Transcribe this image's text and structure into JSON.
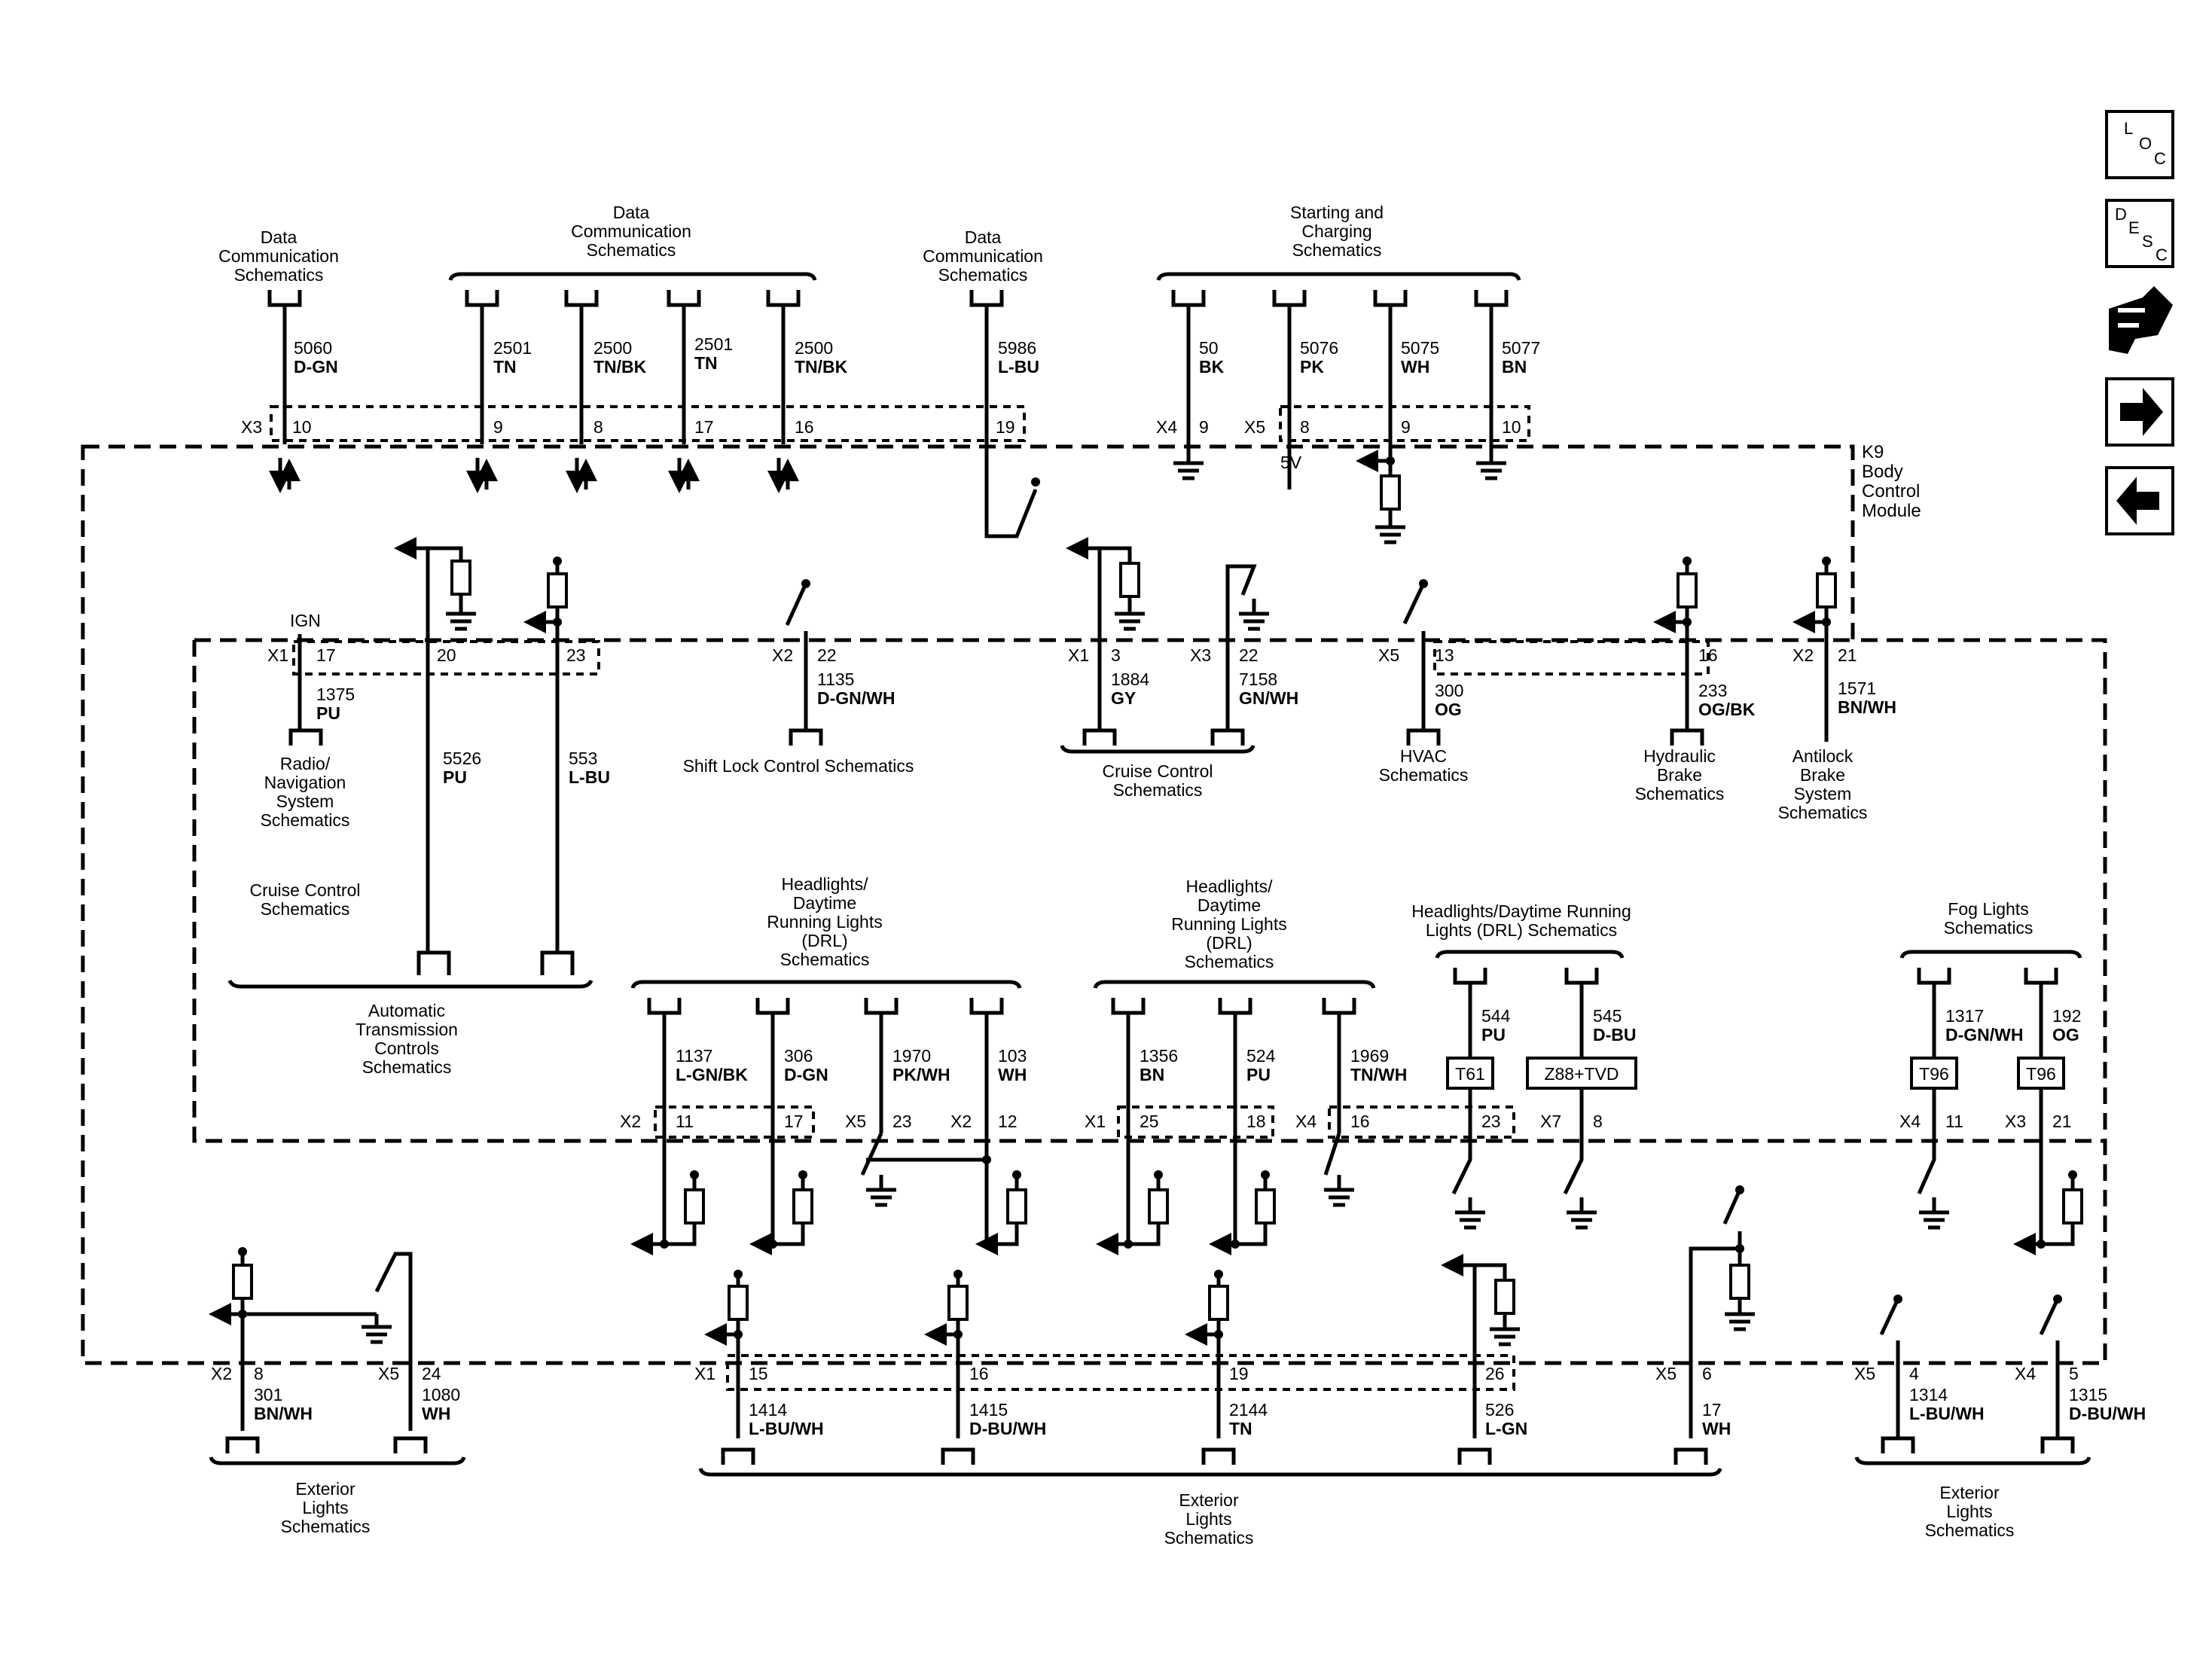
{
  "nav": {
    "loc": [
      "L",
      "O",
      "C"
    ],
    "desc": [
      "D",
      "E",
      "S",
      "C"
    ],
    "icons": [
      "loc-button",
      "desc-button",
      "connector-icon",
      "next-arrow-icon",
      "prev-arrow-icon"
    ]
  },
  "module": {
    "lines": [
      "K9",
      "Body",
      "Control",
      "Module"
    ]
  },
  "labels": {
    "dcs1": [
      "Data",
      "Communication",
      "Schematics"
    ],
    "dcs2": [
      "Data",
      "Communication",
      "Schematics"
    ],
    "dcs3": [
      "Data",
      "Communication",
      "Schematics"
    ],
    "starting": [
      "Starting and",
      "Charging",
      "Schematics"
    ],
    "radio": [
      "Radio/",
      "Navigation",
      "System",
      "Schematics"
    ],
    "cruise_left": [
      "Cruise Control",
      "Schematics"
    ],
    "auto_trans": [
      "Automatic",
      "Transmission",
      "Controls",
      "Schematics"
    ],
    "shift_lock": [
      "Shift Lock Control Schematics"
    ],
    "cruise_mid": [
      "Cruise Control",
      "Schematics"
    ],
    "hvac": [
      "HVAC",
      "Schematics"
    ],
    "hydraulic": [
      "Hydraulic",
      "Brake",
      "Schematics"
    ],
    "antilock": [
      "Antilock",
      "Brake",
      "System",
      "Schematics"
    ],
    "drl1": [
      "Headlights/",
      "Daytime",
      "Running Lights",
      "(DRL)",
      "Schematics"
    ],
    "drl2": [
      "Headlights/",
      "Daytime",
      "Running Lights",
      "(DRL)",
      "Schematics"
    ],
    "drl3": [
      "Headlights/Daytime Running",
      "Lights (DRL) Schematics"
    ],
    "fog": [
      "Fog Lights",
      "Schematics"
    ],
    "ext1": [
      "Exterior",
      "Lights",
      "Schematics"
    ],
    "ext2": [
      "Exterior",
      "Lights",
      "Schematics"
    ],
    "ext3": [
      "Exterior",
      "Lights",
      "Schematics"
    ]
  },
  "circuits": {
    "c5060": [
      "5060",
      "D-GN"
    ],
    "c2501a": [
      "2501",
      "TN"
    ],
    "c2500a": [
      "2500",
      "TN/BK"
    ],
    "c2501b": [
      "2501",
      "TN"
    ],
    "c2500b": [
      "2500",
      "TN/BK"
    ],
    "c5986": [
      "5986",
      "L-BU"
    ],
    "c50": [
      "50",
      "BK"
    ],
    "c5076": [
      "5076",
      "PK"
    ],
    "c5075": [
      "5075",
      "WH"
    ],
    "c5077": [
      "5077",
      "BN"
    ],
    "c1375": [
      "1375",
      "PU"
    ],
    "c5526": [
      "5526",
      "PU"
    ],
    "c553": [
      "553",
      "L-BU"
    ],
    "c1135": [
      "1135",
      "D-GN/WH"
    ],
    "c1884": [
      "1884",
      "GY"
    ],
    "c7158": [
      "7158",
      "GN/WH"
    ],
    "c300": [
      "300",
      "OG"
    ],
    "c233": [
      "233",
      "OG/BK"
    ],
    "c1571": [
      "1571",
      "BN/WH"
    ],
    "c1137": [
      "1137",
      "L-GN/BK"
    ],
    "c306": [
      "306",
      "D-GN"
    ],
    "c1970": [
      "1970",
      "PK/WH"
    ],
    "c103": [
      "103",
      "WH"
    ],
    "c1356": [
      "1356",
      "BN"
    ],
    "c524": [
      "524",
      "PU"
    ],
    "c1969": [
      "1969",
      "TN/WH"
    ],
    "c544": [
      "544",
      "PU"
    ],
    "c545": [
      "545",
      "D-BU"
    ],
    "c1317": [
      "1317",
      "D-GN/WH"
    ],
    "c192": [
      "192",
      "OG"
    ],
    "c301": [
      "301",
      "BN/WH"
    ],
    "c1080": [
      "1080",
      "WH"
    ],
    "c1414": [
      "1414",
      "L-BU/WH"
    ],
    "c1415": [
      "1415",
      "D-BU/WH"
    ],
    "c2144": [
      "2144",
      "TN"
    ],
    "c526": [
      "526",
      "L-GN"
    ],
    "c17": [
      "17",
      "WH"
    ],
    "c1314": [
      "1314",
      "L-BU/WH"
    ],
    "c1315": [
      "1315",
      "D-BU/WH"
    ]
  },
  "connectors": {
    "x3_top": "X3",
    "x4_top": "X4",
    "x5_top": "X5",
    "x1_mid": "X1",
    "x2_mid": "X2",
    "x1_mid2": "X1",
    "x3_mid": "X3",
    "x5_mid": "X5",
    "x2_mid2": "X2",
    "x2_low": "X2",
    "x5_low": "X5",
    "x2_low2": "X2",
    "x1_low": "X1",
    "x4_low": "X4",
    "x7_low": "X7",
    "x4_low2": "X4",
    "x3_low": "X3",
    "x2_bot": "X2",
    "x5_bot": "X5",
    "x1_bot": "X1",
    "x5_bot2": "X5",
    "x5_bot3": "X5",
    "x4_bot": "X4"
  },
  "pins": {
    "p10": "10",
    "p9a": "9",
    "p8a": "8",
    "p17a": "17",
    "p16a": "16",
    "p19": "19",
    "p9b": "9",
    "p8b": "8",
    "p9c": "9",
    "p10b": "10",
    "p17m": "17",
    "p20m": "20",
    "p23m": "23",
    "p22m": "22",
    "p3m": "3",
    "p22m2": "22",
    "p13m": "13",
    "p16m": "16",
    "p21m": "21",
    "p11l": "11",
    "p17l": "17",
    "p23l": "23",
    "p12l": "12",
    "p25l": "25",
    "p18l": "18",
    "p16l": "16",
    "p23l2": "23",
    "p8l": "8",
    "p11l2": "11",
    "p21l": "21",
    "p8b2": "8",
    "p24b": "24",
    "p15b": "15",
    "p16b": "16",
    "p19b": "19",
    "p26b": "26",
    "p6b": "6",
    "p4b": "4",
    "p5b": "5"
  },
  "misc": {
    "v5": "5V",
    "ign": "IGN",
    "t61": "T61",
    "z88": "Z88+TVD",
    "t96a": "T96",
    "t96b": "T96"
  }
}
